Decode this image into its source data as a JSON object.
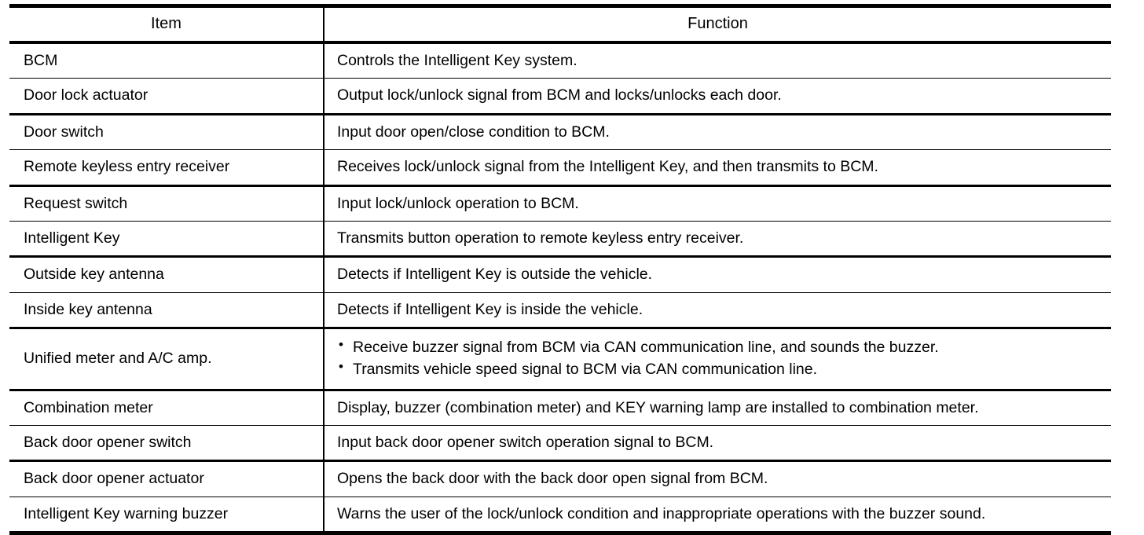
{
  "table": {
    "columns": [
      {
        "key": "item",
        "header": "Item"
      },
      {
        "key": "function",
        "header": "Function"
      }
    ],
    "rows": [
      {
        "item": "BCM",
        "function": "Controls the Intelligent Key system.",
        "bullets": null
      },
      {
        "item": "Door lock actuator",
        "function": "Output lock/unlock signal from BCM and locks/unlocks each door.",
        "bullets": null
      },
      {
        "item": "Door switch",
        "function": "Input door open/close condition to BCM.",
        "bullets": null
      },
      {
        "item": "Remote keyless entry receiver",
        "function": "Receives lock/unlock signal from the Intelligent Key, and then transmits to BCM.",
        "bullets": null
      },
      {
        "item": "Request switch",
        "function": "Input lock/unlock operation to BCM.",
        "bullets": null
      },
      {
        "item": "Intelligent Key",
        "function": "Transmits button operation to remote keyless entry receiver.",
        "bullets": null
      },
      {
        "item": "Outside key antenna",
        "function": "Detects if Intelligent Key is outside the vehicle.",
        "bullets": null
      },
      {
        "item": "Inside key antenna",
        "function": "Detects if Intelligent Key is inside the vehicle.",
        "bullets": null
      },
      {
        "item": "Unified meter and A/C amp.",
        "function": null,
        "bullets": [
          "Receive buzzer signal from BCM via CAN communication line, and sounds the buzzer.",
          "Transmits vehicle speed signal to BCM via CAN communication line."
        ]
      },
      {
        "item": "Combination meter",
        "function": "Display, buzzer (combination meter) and KEY warning lamp are installed to combination meter.",
        "bullets": null
      },
      {
        "item": "Back door opener switch",
        "function": "Input back door opener switch operation signal to BCM.",
        "bullets": null
      },
      {
        "item": "Back door opener actuator",
        "function": "Opens the back door with the back door open signal from BCM.",
        "bullets": null
      },
      {
        "item": "Intelligent Key warning buzzer",
        "function": "Warns the user of the lock/unlock condition and inappropriate operations with the buzzer sound.",
        "bullets": null
      }
    ]
  },
  "style": {
    "text_color": "#000000",
    "background_color": "#ffffff",
    "rule_color": "#000000"
  }
}
